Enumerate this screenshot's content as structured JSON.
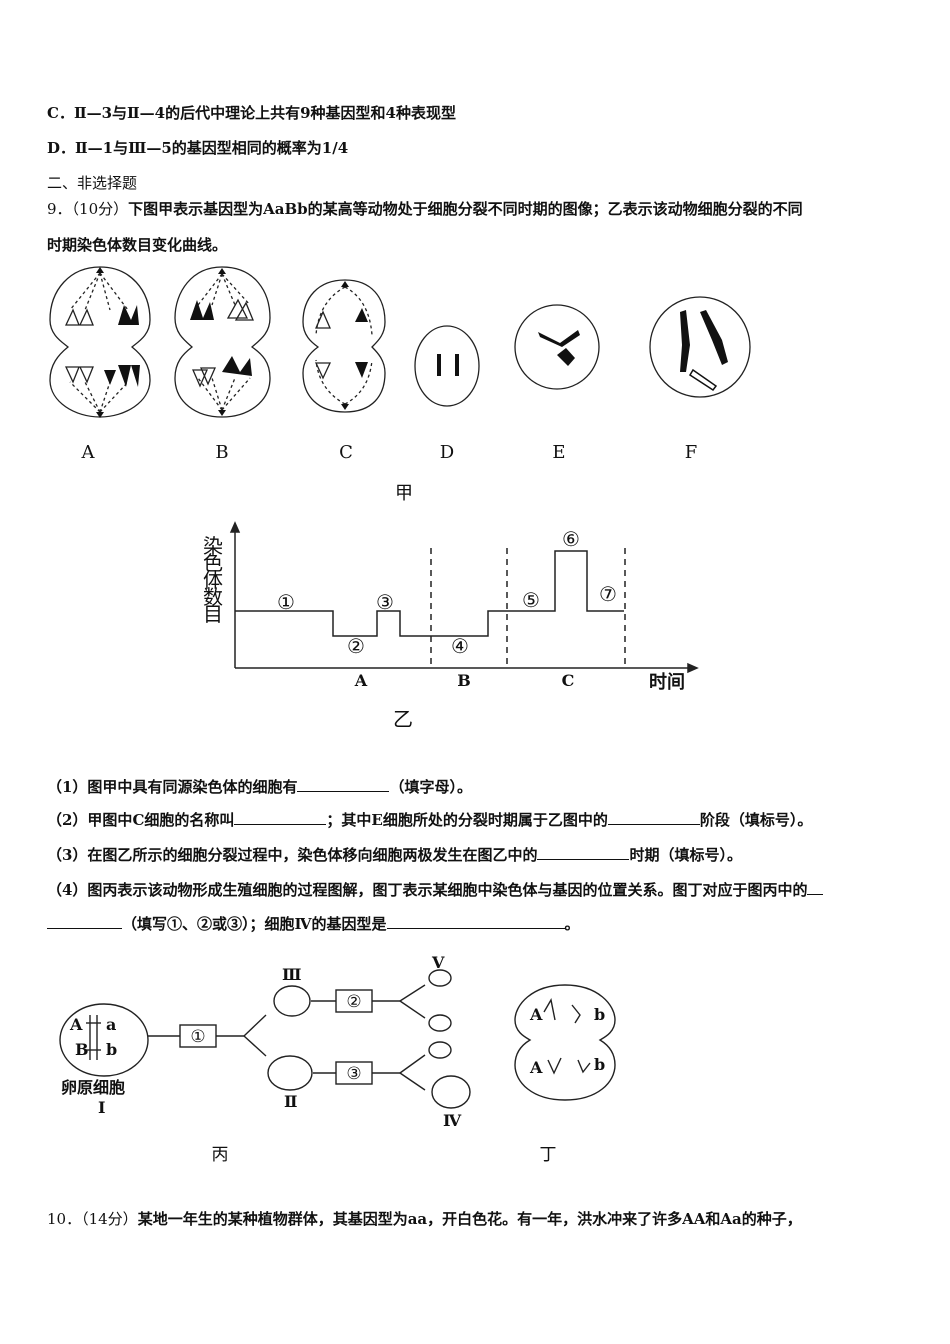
{
  "option_c": "C．Ⅱ—3与Ⅱ—4的后代中理论上共有9种基因型和4种表现型",
  "option_d": "D．Ⅱ—1与Ⅲ—5的基因型相同的概率为1/4",
  "section_title": "二、非选择题",
  "q9": {
    "number": "9．（10分）",
    "text_line1": "下图甲表示基因型为AaBb的某高等动物处于细胞分裂不同时期的图像；乙表示该动物细胞分裂的不同",
    "text_line2": "时期染色体数目变化曲线。",
    "fig_jia": {
      "cell_labels": [
        "A",
        "B",
        "C",
        "D",
        "E",
        "F"
      ],
      "caption": "甲"
    },
    "fig_yi": {
      "ylabel_chars": [
        "染",
        "色",
        "体",
        "数",
        "目"
      ],
      "xlabel": "时间",
      "stage_markers": [
        "①",
        "②",
        "③",
        "④",
        "⑤",
        "⑥",
        "⑦"
      ],
      "phase_labels": [
        "A",
        "B",
        "C"
      ],
      "caption": "乙"
    },
    "sub1_a": "（1）图甲中具有同源染色体的细胞有",
    "sub1_b": "（填字母）。",
    "sub2_a": "（2）甲图中C细胞的名称叫",
    "sub2_b": "；其中E细胞所处的分裂时期属于乙图中的",
    "sub2_c": "阶段（填标号）。",
    "sub3_a": "（3）在图乙所示的细胞分裂过程中，染色体移向细胞两极发生在图乙中的",
    "sub3_b": "时期（填标号）。",
    "sub4_line1": "（4）图丙表示该动物形成生殖细胞的过程图解，图丁表示某细胞中染色体与基因的位置关系。图丁对应于图丙中的",
    "sub4_b": "（填写①、②或③）；细胞Ⅳ的基因型是",
    "sub4_c": "。",
    "fig_bing": {
      "cell_label": "卵原细胞",
      "cell_numeral": "Ⅰ",
      "genes_top": [
        "A",
        "a"
      ],
      "genes_bottom": [
        "B",
        "b"
      ],
      "steps": [
        "①",
        "②",
        "③"
      ],
      "numerals": [
        "Ⅲ",
        "Ⅱ",
        "Ⅴ",
        "Ⅳ"
      ],
      "caption": "丙"
    },
    "fig_ding": {
      "genes": [
        "A",
        "b",
        "A",
        "b"
      ],
      "caption": "丁"
    }
  },
  "q10": {
    "number": "10．（14分）",
    "text": "某地一年生的某种植物群体，其基因型为aa，开白色花。有一年，洪水冲来了许多AA和Aa的种子，"
  }
}
